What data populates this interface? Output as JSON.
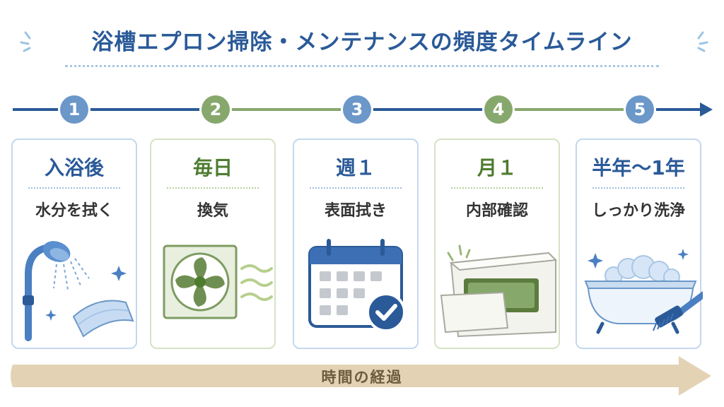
{
  "title": "浴槽エプロン掃除・メンテナンスの頻度タイムライン",
  "steps": [
    {
      "number": "1",
      "label": "入浴後",
      "task": "水分を拭く",
      "color": "blue",
      "icon": "shower-towel-icon"
    },
    {
      "number": "2",
      "label": "毎日",
      "task": "換気",
      "color": "green",
      "icon": "ventilation-fan-icon"
    },
    {
      "number": "3",
      "label": "週１",
      "task": "表面拭き",
      "color": "blue",
      "icon": "calendar-check-icon"
    },
    {
      "number": "4",
      "label": "月１",
      "task": "内部確認",
      "color": "green",
      "icon": "bathtub-apron-icon"
    },
    {
      "number": "5",
      "label": "半年〜1年",
      "task": "しっかり洗浄",
      "color": "blue",
      "icon": "bathtub-brush-icon"
    }
  ],
  "time_axis": {
    "label": "時間の経過"
  },
  "colors": {
    "blue": "#2a5a98",
    "blue_light": "#6b97c9",
    "green": "#4d7c2f",
    "green_light": "#87a86c",
    "arrow": "#e3d2b4"
  }
}
